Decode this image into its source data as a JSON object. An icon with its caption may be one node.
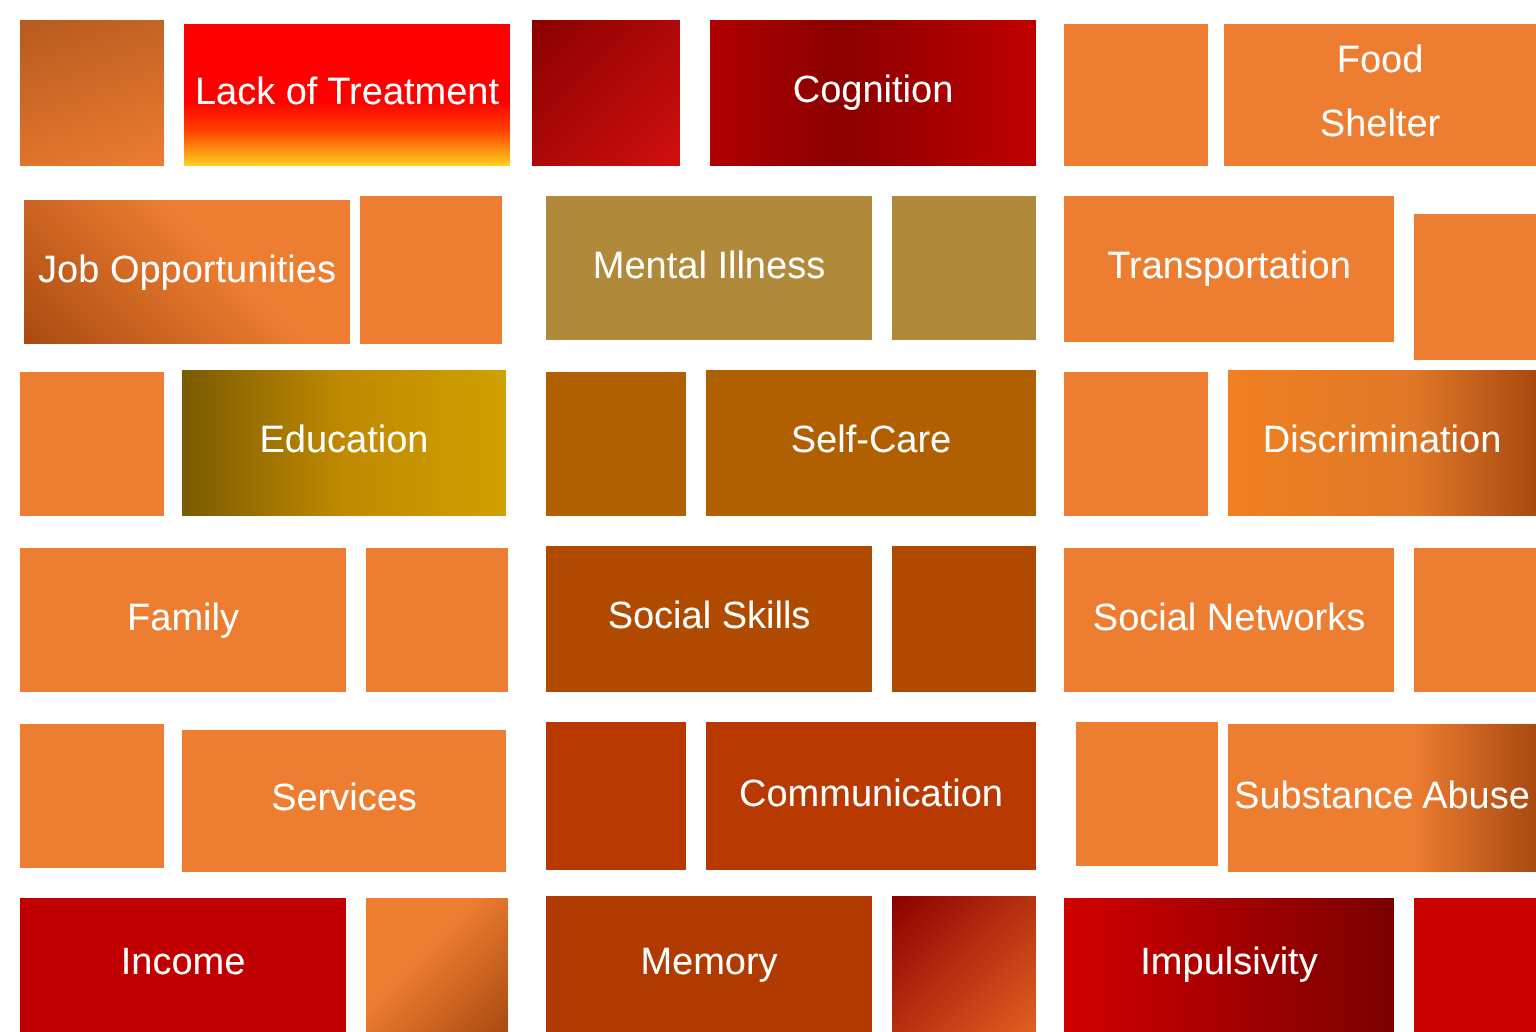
{
  "diagram": {
    "nodes": [
      {
        "text": [],
        "shape": "box"
      },
      {
        "text": [
          "Lack of Treatment"
        ]
      },
      {
        "text": [],
        "shape": "box"
      },
      {
        "text": [
          "Cognition"
        ]
      },
      {
        "text": [],
        "shape": "box"
      },
      {
        "text": [
          "Food",
          "Shelter"
        ]
      },
      {
        "text": [
          "Job Opportunities"
        ]
      },
      {
        "text": [],
        "shape": "box"
      },
      {
        "text": [
          "Mental Illness"
        ]
      },
      {
        "text": [],
        "shape": "box"
      },
      {
        "text": [
          "Transportation"
        ]
      },
      {
        "text": [],
        "shape": "box"
      },
      {
        "text": [],
        "shape": "box"
      },
      {
        "text": [
          "Education"
        ]
      },
      {
        "text": [],
        "shape": "box"
      },
      {
        "text": [
          "Self-Care"
        ]
      },
      {
        "text": [],
        "shape": "box"
      },
      {
        "text": [
          "Discrimination"
        ]
      },
      {
        "text": [
          "Family"
        ]
      },
      {
        "text": [],
        "shape": "box"
      },
      {
        "text": [
          "Social Skills"
        ]
      },
      {
        "text": [],
        "shape": "box"
      },
      {
        "text": [
          "Social Networks"
        ]
      },
      {
        "text": [],
        "shape": "box"
      },
      {
        "text": [],
        "shape": "box"
      },
      {
        "text": [
          "Services"
        ]
      },
      {
        "text": [],
        "shape": "box"
      },
      {
        "text": [
          "Communication"
        ]
      },
      {
        "text": [],
        "shape": "box"
      },
      {
        "text": [
          "Substance Abuse"
        ]
      },
      {
        "text": [
          "Income"
        ]
      },
      {
        "text": [],
        "shape": "box"
      },
      {
        "text": [
          "Memory"
        ]
      },
      {
        "text": [],
        "shape": "box"
      },
      {
        "text": [
          "Impulsivity"
        ]
      },
      {
        "text": [],
        "shape": "box"
      }
    ]
  }
}
